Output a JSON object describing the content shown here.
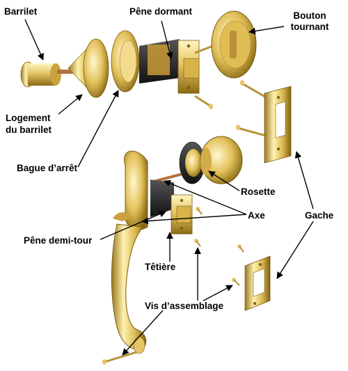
{
  "labels": {
    "barrilet": "Barrilet",
    "pene_dormant": "Pêne dormant",
    "bouton_tournant_l1": "Bouton",
    "bouton_tournant_l2": "tournant",
    "logement_l1": "Logement",
    "logement_l2": "du barrilet",
    "bague": "Bague d’arrêt",
    "rosette": "Rosette",
    "axe": "Axe",
    "gache": "Gache",
    "pene_demi_tour": "Pêne demi-tour",
    "tetiere": "Têtière",
    "vis": "Vis d’assemblage"
  },
  "colors": {
    "brass_light": "#fff3b0",
    "brass_mid": "#e2c15a",
    "brass_dark": "#8a6a14",
    "steel_dark": "#2a2a2a",
    "copper": "#b0703a"
  }
}
